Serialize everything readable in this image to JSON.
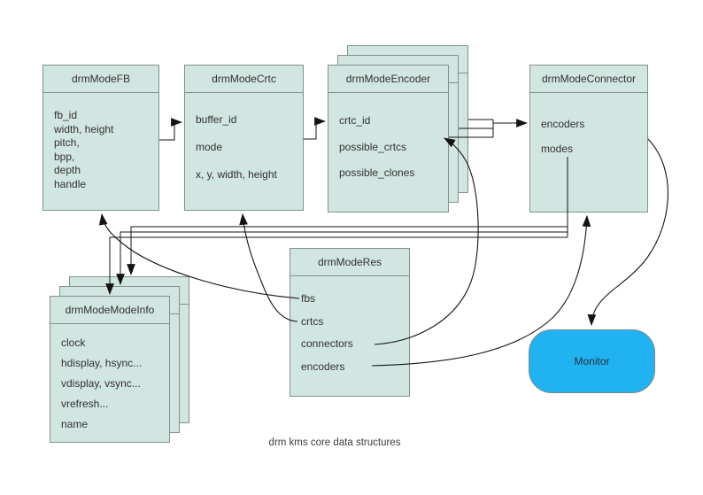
{
  "diagram_caption": "drm kms core data structures",
  "colors": {
    "box_fill": "#d1e5e1",
    "box_border": "#82928f",
    "monitor_fill": "#21b2f2",
    "line": "#141414",
    "text": "#323232"
  },
  "nodes": {
    "fb": {
      "title": "drmModeFB",
      "fields": [
        "fb_id",
        "width, height",
        "pitch,",
        "bpp,",
        "depth",
        "handle"
      ]
    },
    "crtc": {
      "title": "drmModeCrtc",
      "fields": [
        "buffer_id",
        "mode",
        "x, y, width, height"
      ]
    },
    "encoder": {
      "title": "drmModeEncoder",
      "fields": [
        "crtc_id",
        "possible_crtcs",
        "possible_clones"
      ]
    },
    "connector": {
      "title": "drmModeConnector",
      "fields": [
        "encoders",
        "modes"
      ]
    },
    "res": {
      "title": "drmModeRes",
      "fields": [
        "fbs",
        "crtcs",
        "connectors",
        "encoders"
      ]
    },
    "modeinfo": {
      "title": "drmModeModeInfo",
      "fields": [
        "clock",
        "hdisplay, hsync...",
        "vdisplay, vsync...",
        "vrefresh...",
        "name"
      ]
    },
    "monitor": {
      "label": "Monitor"
    }
  }
}
